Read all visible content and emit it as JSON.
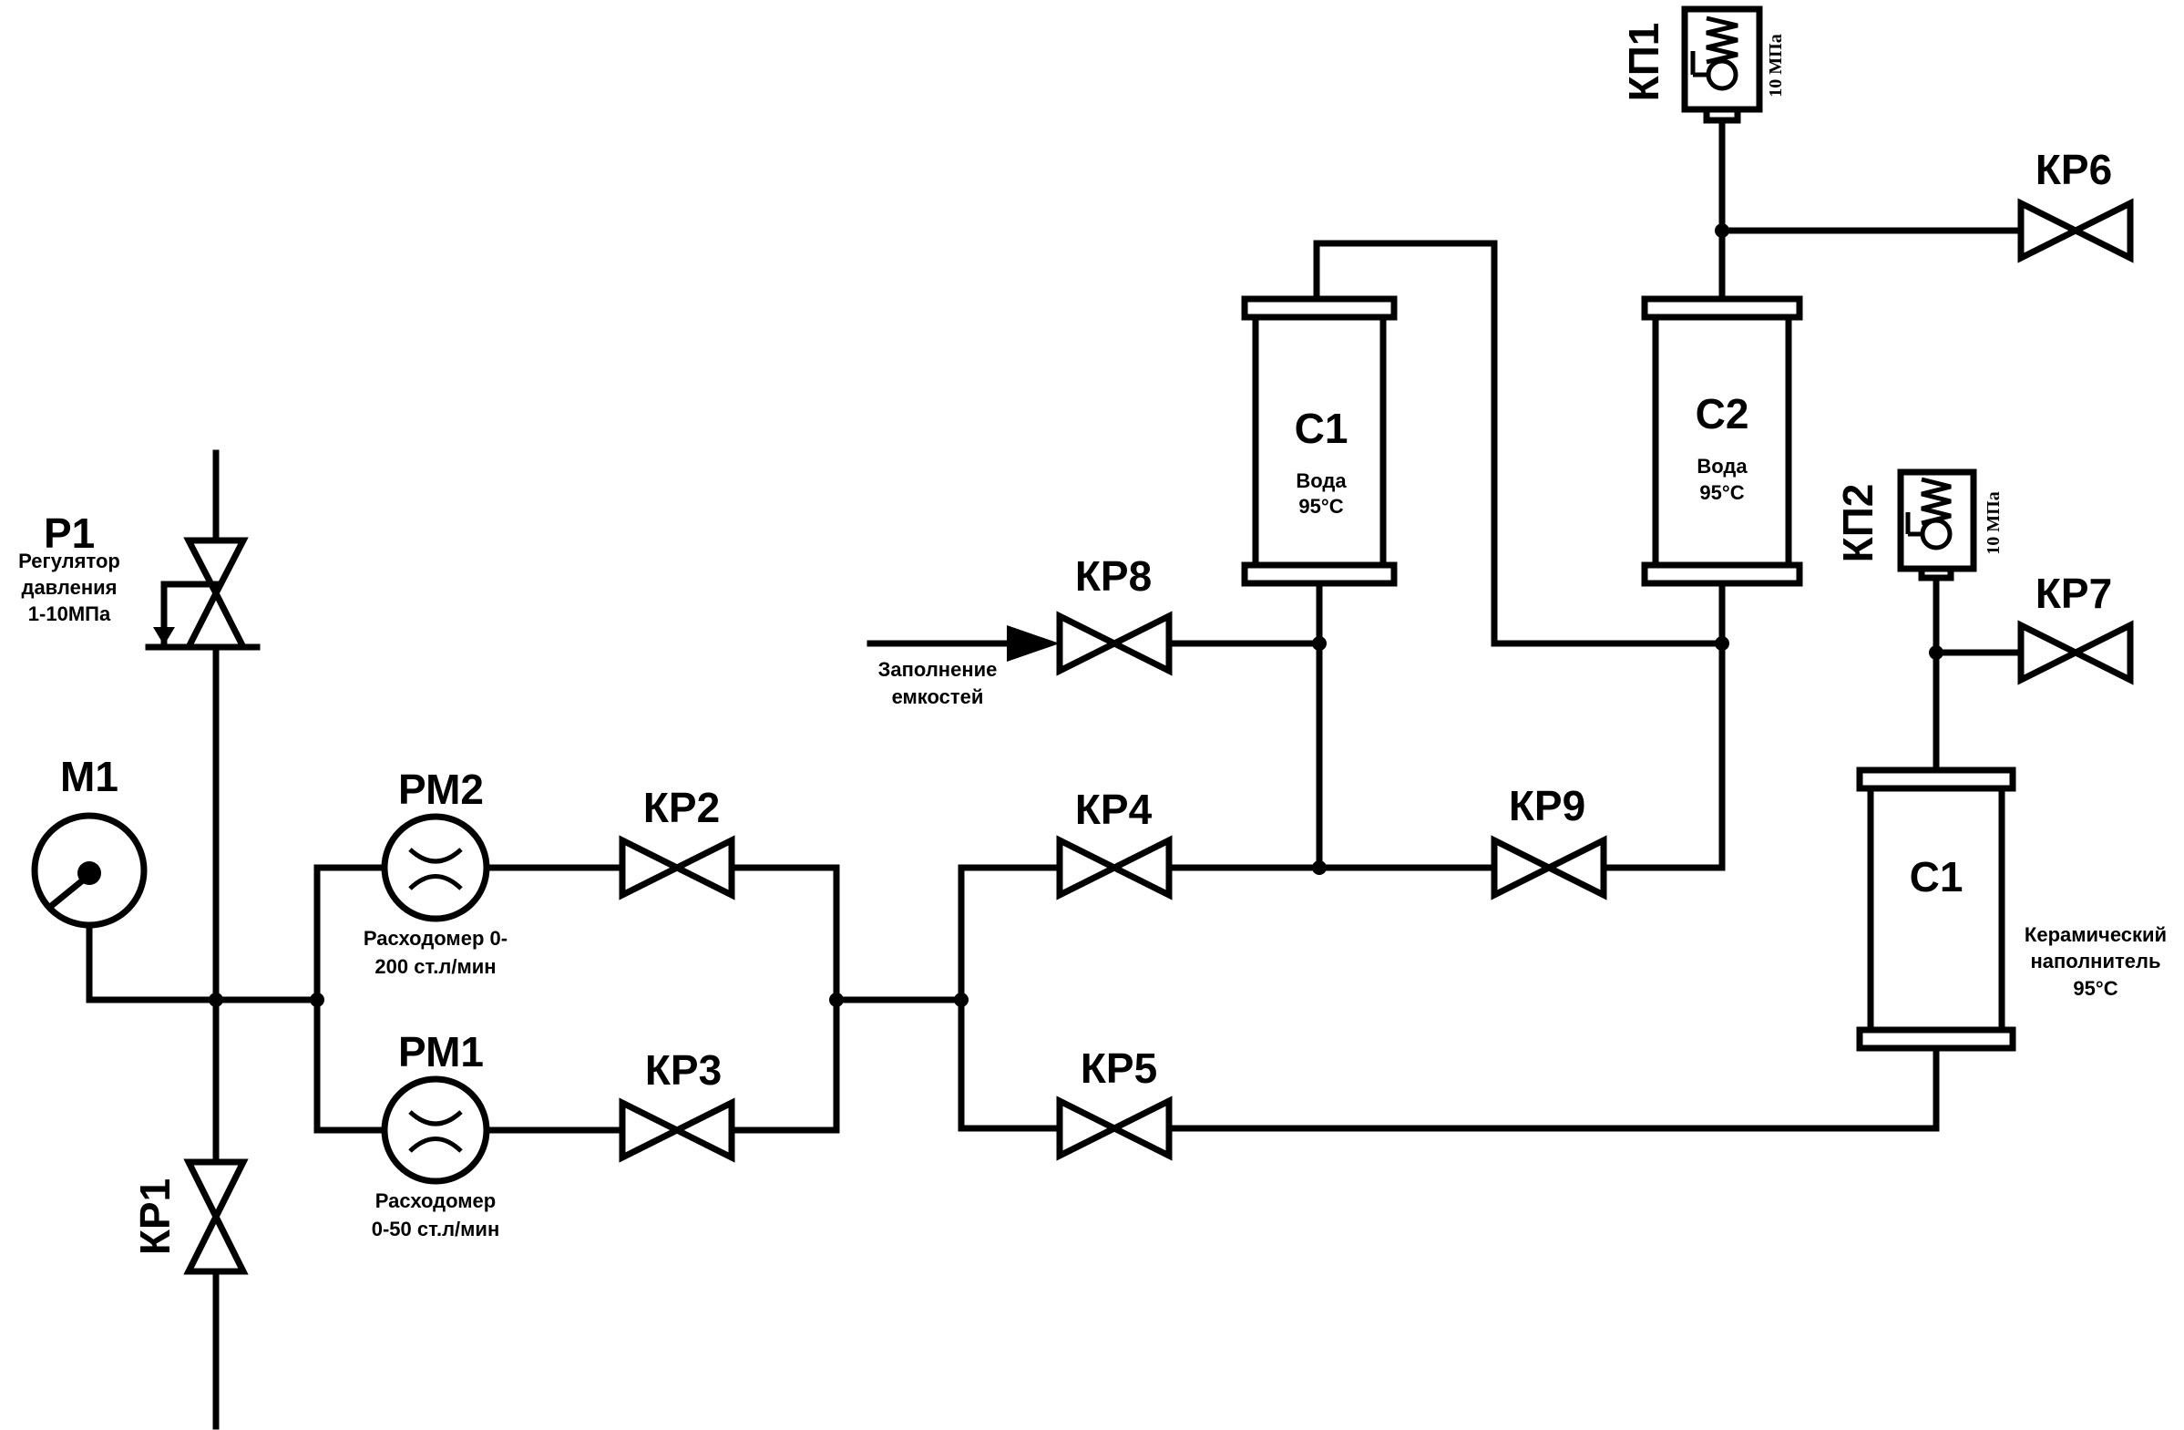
{
  "labels": {
    "p1": "Р1",
    "p1_desc1": "Регулятор",
    "p1_desc2": "давления",
    "p1_desc3": "1-10МПа",
    "m1": "М1",
    "kp1": "КР1",
    "pm2": "РМ2",
    "pm2_desc1": "Расходомер 0-",
    "pm2_desc2": "200 ст.л/мин",
    "pm1": "РМ1",
    "pm1_desc1": "Расходомер",
    "pm1_desc2": "0-50 ст.л/мин",
    "kp2": "КР2",
    "kp3": "КР3",
    "kp4": "КР4",
    "kp5": "КР5",
    "kp6": "КР6",
    "kp7": "КР7",
    "kp8": "КР8",
    "kp9": "КР9",
    "fill1": "Заполнение",
    "fill2": "емкостей",
    "c1_top": "С1",
    "c1_top_desc1": "Вода",
    "c1_top_desc2": "95°С",
    "c2": "С2",
    "c2_desc1": "Вода",
    "c2_desc2": "95°С",
    "c1_right": "С1",
    "c1_right_desc1": "Керамический",
    "c1_right_desc2": "наполнитель",
    "c1_right_desc3": "95°С",
    "kpp1": "КП1",
    "kpp1_rating": "10 МПа",
    "kpp2": "КП2",
    "kpp2_rating": "10 МПа"
  }
}
